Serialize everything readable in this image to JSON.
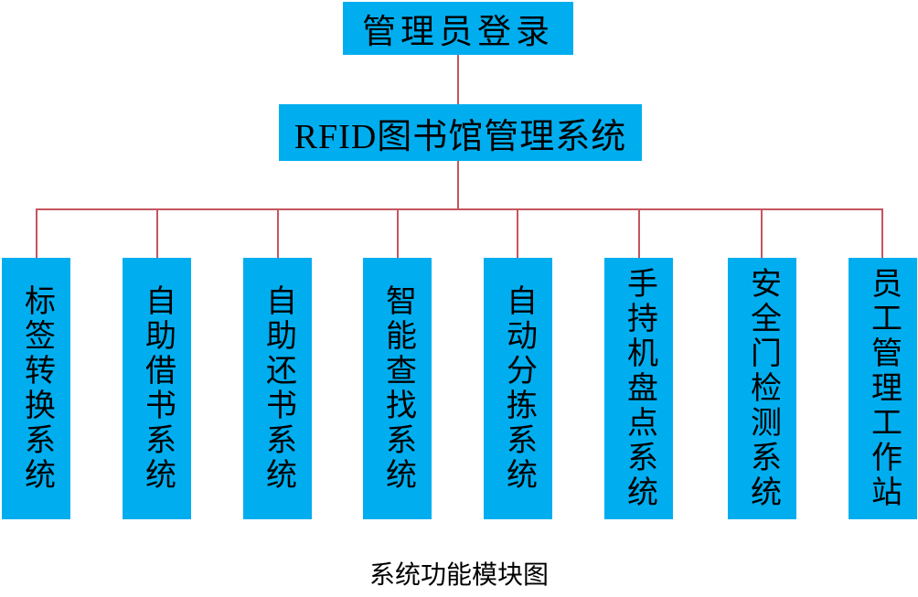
{
  "diagram": {
    "title_caption": "系统功能模块图",
    "root": {
      "label": "管理员登录"
    },
    "system": {
      "label": "RFID图书馆管理系统"
    },
    "modules": [
      {
        "label": "标签转换系统"
      },
      {
        "label": "自助借书系统"
      },
      {
        "label": "自助还书系统"
      },
      {
        "label": "智能查找系统"
      },
      {
        "label": "自动分拣系统"
      },
      {
        "label": "手持机盘点系统"
      },
      {
        "label": "安全门检测系统"
      },
      {
        "label": "员工管理工作站"
      }
    ],
    "colors": {
      "box_fill": "#00AEEF",
      "connector": "#C5555F",
      "text": "#000000",
      "background": "#FFFFFF"
    }
  }
}
